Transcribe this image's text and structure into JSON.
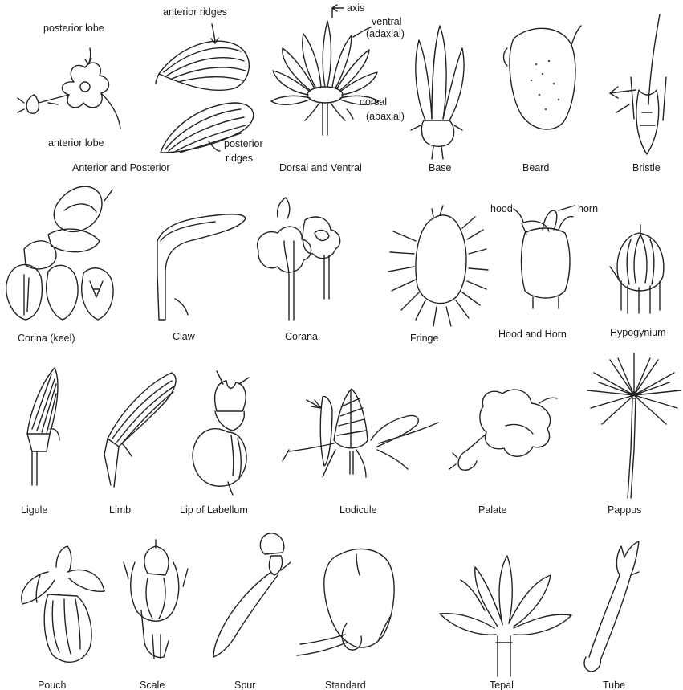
{
  "row1": {
    "anterior_posterior": {
      "caption": "Anterior and Posterior",
      "posterior_lobe": "posterior lobe",
      "anterior_lobe": "anterior lobe",
      "anterior_ridges": "anterior ridges",
      "posterior_ridges_1": "posterior",
      "posterior_ridges_2": "ridges"
    },
    "dorsal_ventral": {
      "caption": "Dorsal and Ventral",
      "axis": "axis",
      "ventral": "ventral",
      "adaxial": "(adaxial)",
      "dorsal": "dorsal",
      "abaxial": "(abaxial)"
    },
    "base": "Base",
    "beard": "Beard",
    "bristle": "Bristle"
  },
  "row2": {
    "corina": "Corina (keel)",
    "claw": "Claw",
    "corana": "Corana",
    "fringe": "Fringe",
    "hood_horn": {
      "caption": "Hood and Horn",
      "hood": "hood",
      "horn": "horn"
    },
    "hypogynium": "Hypogynium"
  },
  "row3": {
    "ligule": "Ligule",
    "limb": "Limb",
    "lip": "Lip of  Labellum",
    "lodicule": "Lodicule",
    "palate": "Palate",
    "pappus": "Pappus"
  },
  "row4": {
    "pouch": "Pouch",
    "scale": "Scale",
    "spur": "Spur",
    "standard": "Standard",
    "tepal": "Tepal",
    "tube": "Tube"
  }
}
